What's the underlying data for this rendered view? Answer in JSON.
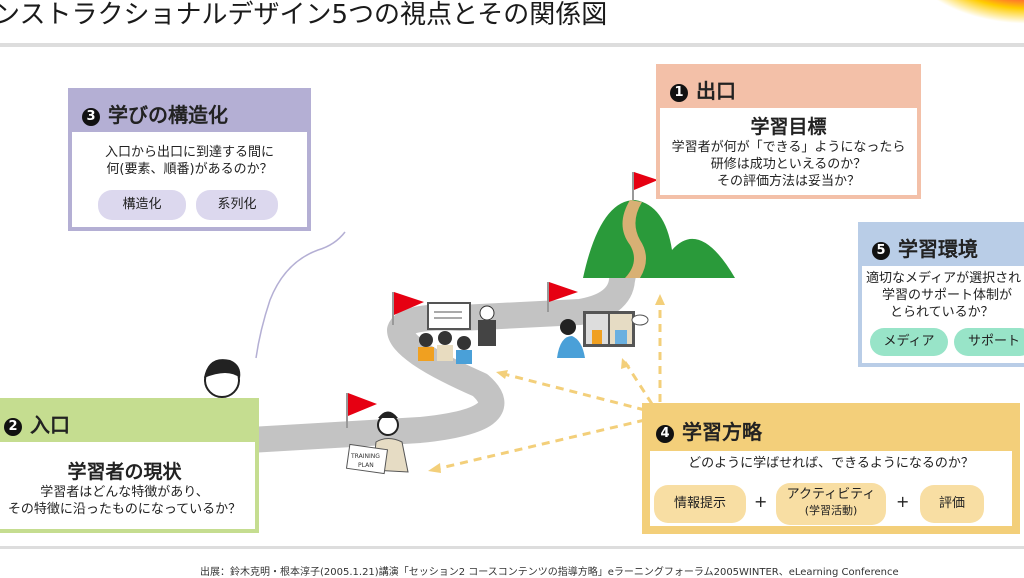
{
  "title": "ンストラクショナルデザイン5つの視点とその関係図",
  "footer": "出展：鈴木克明・根本淳子(2005.1.21)講演「セッション2 コースコンテンツの指導方略」eラーニングフォーラム2005WINTER、eLearning Conference",
  "colors": {
    "exit": "#f3c0a8",
    "entry": "#c5dd90",
    "structure": "#b4afd4",
    "strategy": "#f3cf7a",
    "environment": "#b9cde7",
    "road": "#c3c3c3",
    "flag": "#e60012",
    "mountain": "#2a9a3a"
  },
  "boxes": {
    "structure": {
      "num": "3",
      "title": "学びの構造化",
      "lines": [
        "入口から出口に到達する間に",
        "何(要素、順番)があるのか？"
      ],
      "pills": [
        "構造化",
        "系列化"
      ]
    },
    "exit": {
      "num": "1",
      "title": "出口",
      "heading": "学習目標",
      "lines": [
        "学習者が何が「できる」ようになったら",
        "研修は成功といえるのか？",
        "その評価方法は妥当か？"
      ]
    },
    "environment": {
      "num": "5",
      "title": "学習環境",
      "lines": [
        "適切なメディアが選択され",
        "学習のサポート体制が",
        "とられているか？"
      ],
      "pills": [
        "メディア",
        "サポート"
      ]
    },
    "entry": {
      "num": "2",
      "title": "入口",
      "heading": "学習者の現状",
      "lines": [
        "学習者はどんな特徴があり、",
        "その特徴に沿ったものになっているか？"
      ]
    },
    "strategy": {
      "num": "4",
      "title": "学習方略",
      "question": "どのように学ばせれば、できるようになるのか？",
      "pills": [
        "情報提示",
        "アクティビティ",
        "(学習活動)",
        "評価"
      ],
      "plus": "+"
    }
  },
  "illustration": {
    "plan_label_1": "TRAINING",
    "plan_label_2": "PLAN"
  }
}
